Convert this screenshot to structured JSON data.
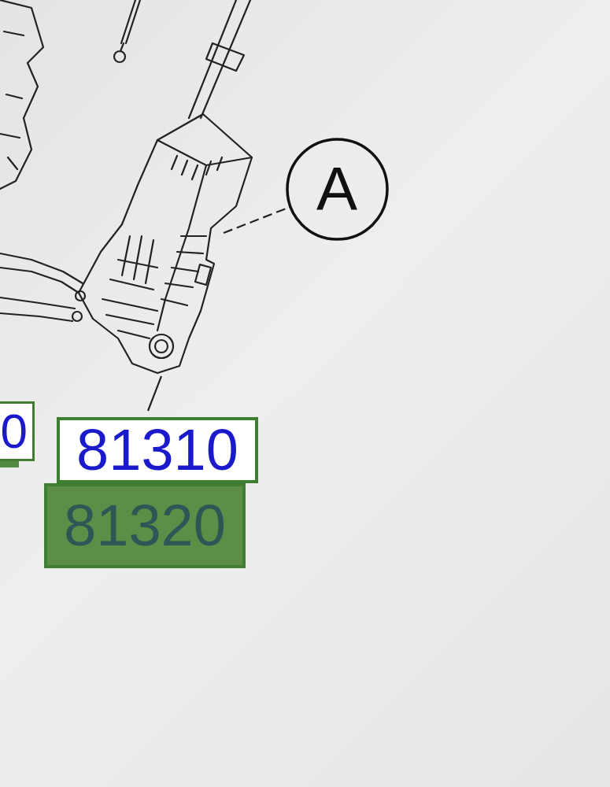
{
  "diagram": {
    "nodes": [
      {
        "text": [
          "A"
        ]
      },
      {
        "text": [
          "0"
        ]
      },
      {
        "text": [
          "81310"
        ]
      },
      {
        "text": [
          "81320"
        ]
      }
    ]
  }
}
